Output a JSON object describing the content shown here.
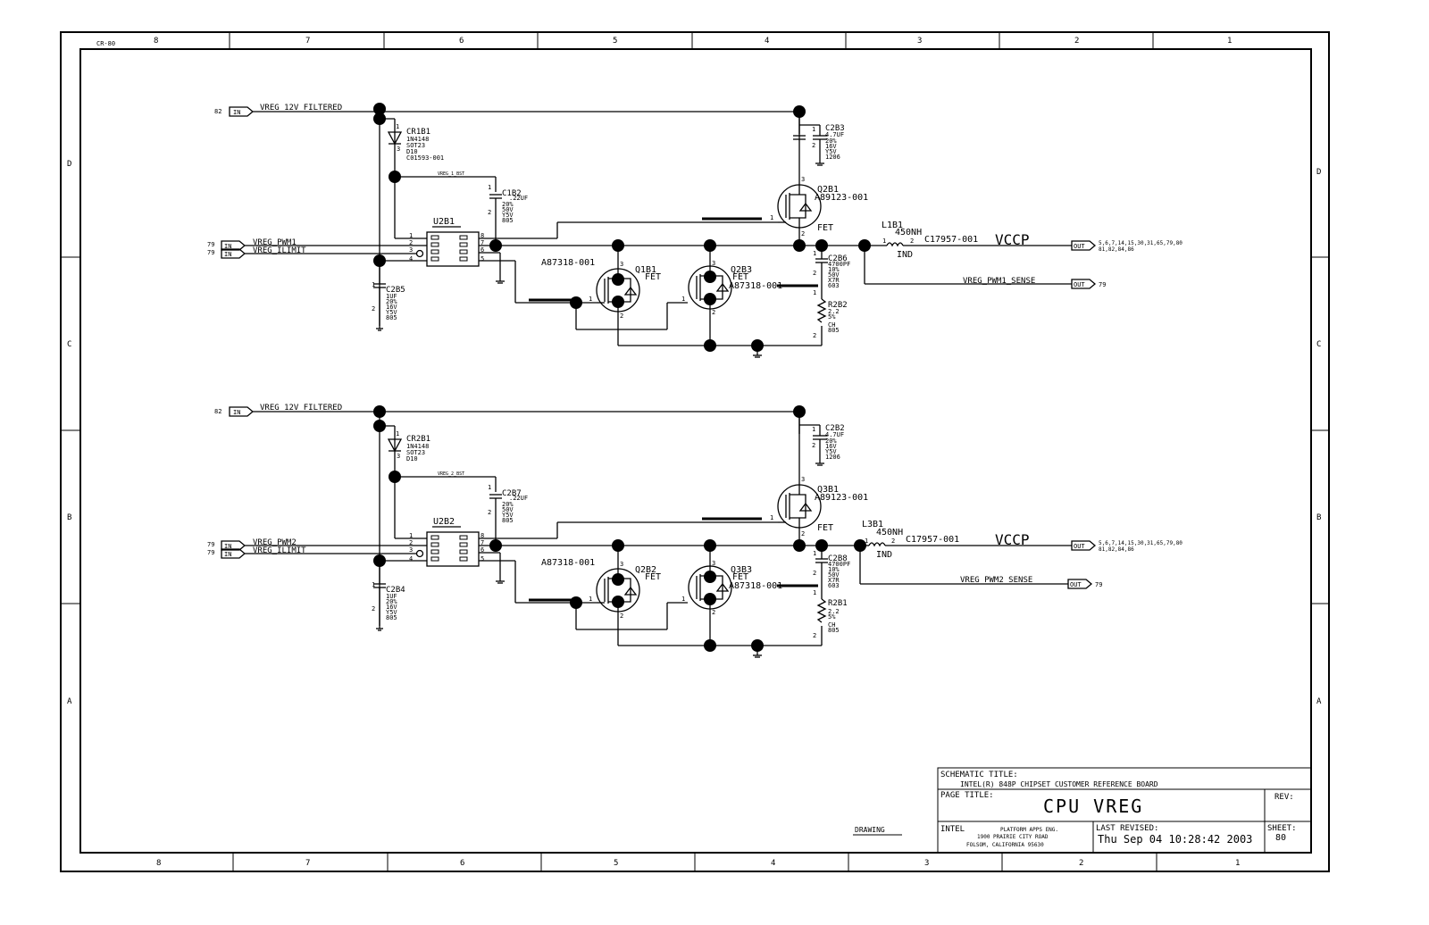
{
  "border": {
    "corner_label": "CR-80",
    "columns": [
      "8",
      "7",
      "6",
      "5",
      "4",
      "3",
      "2",
      "1"
    ],
    "rows": [
      "D",
      "C",
      "B",
      "A"
    ]
  },
  "circuits": [
    {
      "input_sheet": "82",
      "in_tag": "IN",
      "filtered_label": "VREG_12V_FILTERED",
      "pwm_sheet": "79",
      "ilimit_sheet": "79",
      "pwm_net": "VREG_PWM1",
      "ilimit_net": "VREG_ILIMIT",
      "diode": {
        "ref": "CR1B1",
        "lines": [
          "1N4148",
          "SOT23",
          "D10",
          "C01593-001"
        ],
        "pin1": "1",
        "pin3": "3"
      },
      "bst_net": "VREG_1_BST",
      "boot_cap": {
        "ref": "C1B2",
        "lines": [
          ".22UF",
          "20%",
          "50V",
          "Y5V",
          "805"
        ]
      },
      "driver": {
        "ref": "U2B1",
        "pins_left": [
          "1",
          "2",
          "3",
          "4"
        ],
        "pins_right": [
          "8",
          "7",
          "6",
          "5"
        ]
      },
      "in_cap": {
        "ref": "C2B5",
        "lines": [
          "1UF",
          "20%",
          "16V",
          "Y5V",
          "805"
        ]
      },
      "top_cap": {
        "ref": "C2B3",
        "lines": [
          "4.7UF",
          "20%",
          "16V",
          "Y5V",
          "1206"
        ]
      },
      "high_fet": {
        "ref": "Q2B1",
        "part": "A89123-001",
        "type": "FET"
      },
      "low_fet_a": {
        "ref": "Q1B1",
        "part": "A87318-001",
        "type": "FET"
      },
      "low_fet_b": {
        "ref": "Q2B3",
        "part": "A87318-001",
        "type": "FET"
      },
      "inductor": {
        "ref": "L1B1",
        "value": "450NH",
        "part": "C17957-001",
        "type": "IND"
      },
      "snub_cap": {
        "ref": "C2B6",
        "lines": [
          "4700PF",
          "10%",
          "50V",
          "X7R",
          "603"
        ]
      },
      "snub_res": {
        "ref": "R2B2",
        "lines": [
          "2.2",
          "5%",
          "CH",
          "805"
        ]
      },
      "out_net": "VCCP",
      "out_tag": "OUT",
      "out_sheets": "5,6,7,14,15,30,31,65,79,80",
      "out_sheets2": "81,82,84,86",
      "sense_net": "VREG_PWM1_SENSE",
      "sense_sheet": "79"
    },
    {
      "input_sheet": "82",
      "in_tag": "IN",
      "filtered_label": "VREG_12V_FILTERED",
      "pwm_sheet": "79",
      "ilimit_sheet": "79",
      "pwm_net": "VREG_PWM2",
      "ilimit_net": "VREG_ILIMIT",
      "diode": {
        "ref": "CR2B1",
        "lines": [
          "1N4148",
          "SOT23",
          "D10"
        ],
        "pin1": "1",
        "pin3": "3"
      },
      "bst_net": "VREG_2_BST",
      "boot_cap": {
        "ref": "C2B7",
        "lines": [
          ".22UF",
          "20%",
          "50V",
          "Y5V",
          "805"
        ]
      },
      "driver": {
        "ref": "U2B2",
        "pins_left": [
          "1",
          "2",
          "3",
          "4"
        ],
        "pins_right": [
          "8",
          "7",
          "6",
          "5"
        ]
      },
      "in_cap": {
        "ref": "C2B4",
        "lines": [
          "1UF",
          "20%",
          "16V",
          "Y5V",
          "805"
        ]
      },
      "top_cap": {
        "ref": "C2B2",
        "lines": [
          "4.7UF",
          "20%",
          "16V",
          "Y5V",
          "1206"
        ]
      },
      "high_fet": {
        "ref": "Q3B1",
        "part": "A89123-001",
        "type": "FET"
      },
      "low_fet_a": {
        "ref": "Q2B2",
        "part": "A87318-001",
        "type": "FET"
      },
      "low_fet_b": {
        "ref": "Q3B3",
        "part": "A87318-001",
        "type": "FET"
      },
      "inductor": {
        "ref": "L3B1",
        "value": "450NH",
        "part": "C17957-001",
        "type": "IND"
      },
      "snub_cap": {
        "ref": "C2B8",
        "lines": [
          "4700PF",
          "10%",
          "50V",
          "X7R",
          "603"
        ]
      },
      "snub_res": {
        "ref": "R2B1",
        "lines": [
          "2.2",
          "5%",
          "CH",
          "805"
        ]
      },
      "out_net": "VCCP",
      "out_tag": "OUT",
      "out_sheets": "5,6,7,14,15,30,31,65,79,80",
      "out_sheets2": "81,82,84,86",
      "sense_net": "VREG_PWM2_SENSE",
      "sense_sheet": "79"
    }
  ],
  "title_block": {
    "schematic_title_label": "SCHEMATIC TITLE:",
    "schematic_title": "INTEL(R) 848P CHIPSET CUSTOMER REFERENCE BOARD",
    "page_title_label": "PAGE TITLE:",
    "page_title": "CPU VREG",
    "rev_label": "REV:",
    "company": "INTEL",
    "addr1": "PLATFORM APPS ENG.",
    "addr2": "1900 PRAIRIE CITY ROAD",
    "addr3": "FOLSOM, CALIFORNIA 95630",
    "last_revised_label": "LAST REVISED:",
    "last_revised": "Thu Sep 04 10:28:42 2003",
    "sheet_label": "SHEET:",
    "sheet": "80",
    "drawing_label": "DRAWING"
  }
}
